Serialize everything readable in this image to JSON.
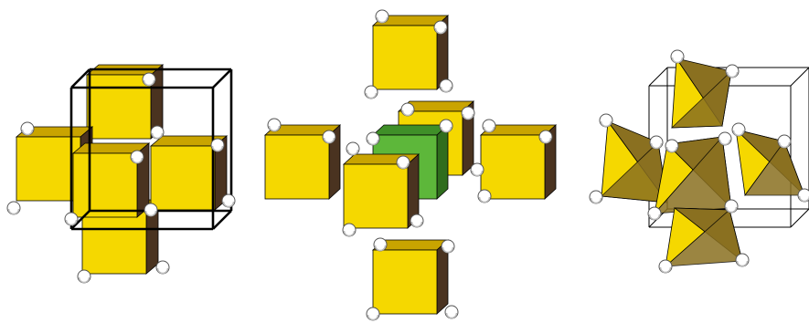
{
  "colors": {
    "face_front": "#f5d800",
    "face_top": "#c9a400",
    "face_side": "#4a3320",
    "central_front": "#5db73a",
    "central_top": "#3f8f28",
    "central_side": "#2f6d1d",
    "tetra_light": "#f5d800",
    "tetra_dark": "#8a7020",
    "atom_fill": "#ffffff",
    "atom_stroke": "#555555",
    "edge": "#000000",
    "unit_cell_thick": "#000000",
    "unit_cell_thin": "#000000"
  },
  "panels": [
    {
      "id": "left",
      "content": "cube-cluster-with-thick-unit-cell"
    },
    {
      "id": "middle",
      "content": "exploded-cube-cluster-with-green-central-cube"
    },
    {
      "id": "right",
      "content": "tetrahedra-cluster-with-thin-unit-cell"
    }
  ]
}
